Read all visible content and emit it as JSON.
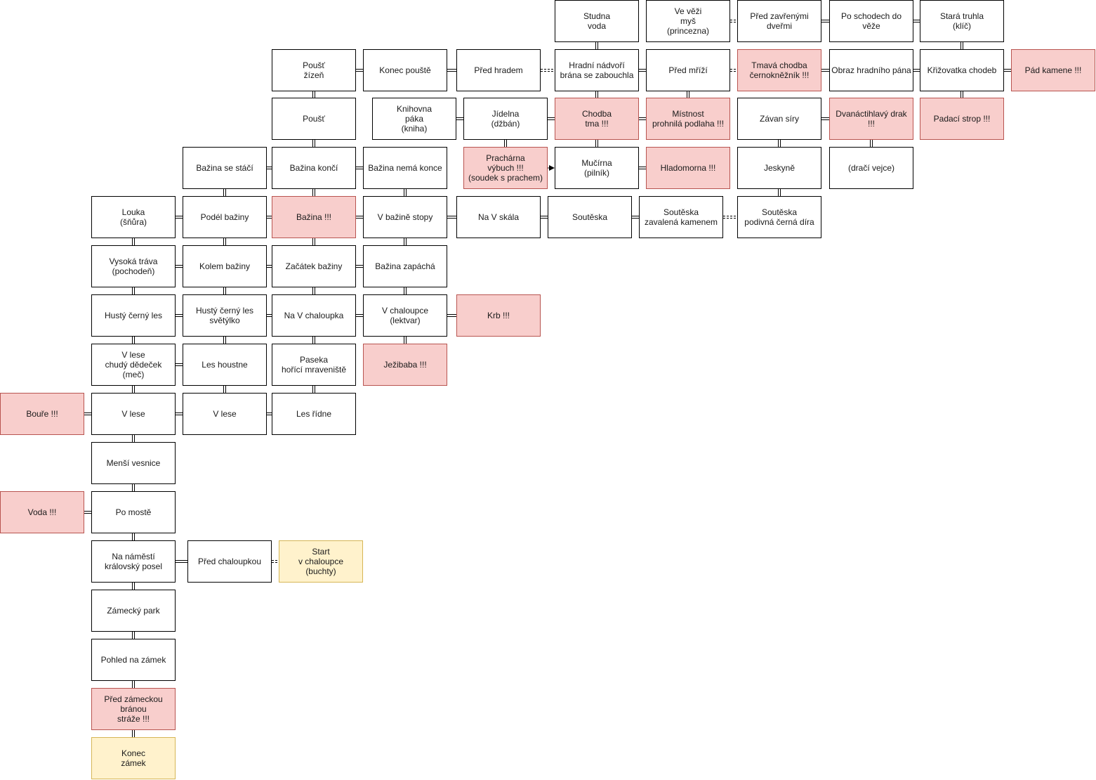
{
  "colors": {
    "normal_fill": "#ffffff",
    "normal_stroke": "#000000",
    "danger_fill": "#f8cecc",
    "danger_stroke": "#b85450",
    "special_fill": "#fff2cc",
    "special_stroke": "#d6b656",
    "edge": "#000000"
  },
  "nodes": [
    {
      "id": "studna",
      "label": "Studna\nvoda",
      "kind": "normal"
    },
    {
      "id": "veze_mys",
      "label": "Ve věži\nmyš\n(princezna)",
      "kind": "normal"
    },
    {
      "id": "pred_dvermi",
      "label": "Před zavřenými\ndveřmi",
      "kind": "normal"
    },
    {
      "id": "po_schodech",
      "label": "Po schodech do věže",
      "kind": "normal"
    },
    {
      "id": "stara_truhla",
      "label": "Stará truhla\n(klíč)",
      "kind": "normal"
    },
    {
      "id": "poust_zizen",
      "label": "Poušť\nžízeň",
      "kind": "normal"
    },
    {
      "id": "konec_pouste",
      "label": "Konec pouště",
      "kind": "normal"
    },
    {
      "id": "pred_hradem",
      "label": "Před hradem",
      "kind": "normal"
    },
    {
      "id": "nadvori",
      "label": "Hradní nádvoří\nbrána se zabouchla",
      "kind": "normal"
    },
    {
      "id": "pred_mrizi",
      "label": "Před mříží",
      "kind": "normal"
    },
    {
      "id": "tmava_chodba",
      "label": "Tmavá chodba\nčernokněžník !!!",
      "kind": "danger"
    },
    {
      "id": "obraz",
      "label": "Obraz hradního pána",
      "kind": "normal"
    },
    {
      "id": "krizovatka",
      "label": "Křižovatka chodeb",
      "kind": "normal"
    },
    {
      "id": "pad_kamene",
      "label": "Pád kamene !!!",
      "kind": "danger"
    },
    {
      "id": "poust",
      "label": "Poušť",
      "kind": "normal"
    },
    {
      "id": "knihovna",
      "label": "Knihovna\npáka\n(kniha)",
      "kind": "normal"
    },
    {
      "id": "jidelna",
      "label": "Jídelna\n(džbán)",
      "kind": "normal"
    },
    {
      "id": "chodba_tma",
      "label": "Chodba\ntma !!!",
      "kind": "danger"
    },
    {
      "id": "mistnost",
      "label": "Místnost\nprohnilá podlaha !!!",
      "kind": "danger"
    },
    {
      "id": "zavan_siry",
      "label": "Závan síry",
      "kind": "normal"
    },
    {
      "id": "drak",
      "label": "Dvanáctihlavý drak !!!",
      "kind": "danger"
    },
    {
      "id": "padaci_strop",
      "label": "Padací strop !!!",
      "kind": "danger"
    },
    {
      "id": "bazina_staci",
      "label": "Bažina se stáčí",
      "kind": "normal"
    },
    {
      "id": "bazina_konci",
      "label": "Bažina končí",
      "kind": "normal"
    },
    {
      "id": "bazina_nema_konce",
      "label": "Bažina nemá konce",
      "kind": "normal"
    },
    {
      "id": "pracharna",
      "label": "Prachárna\nvýbuch !!!\n(soudek s prachem)",
      "kind": "danger"
    },
    {
      "id": "mucirna",
      "label": "Mučírna\n(pilník)",
      "kind": "normal"
    },
    {
      "id": "hladomorna",
      "label": "Hladomorna !!!",
      "kind": "danger"
    },
    {
      "id": "jeskyne",
      "label": "Jeskyně",
      "kind": "normal"
    },
    {
      "id": "draci_vejce",
      "label": "(dračí vejce)",
      "kind": "normal"
    },
    {
      "id": "louka",
      "label": "Louka\n(šňůra)",
      "kind": "normal"
    },
    {
      "id": "podel_baziny",
      "label": "Podél bažiny",
      "kind": "normal"
    },
    {
      "id": "bazina",
      "label": "Bažina !!!",
      "kind": "danger"
    },
    {
      "id": "v_bazine_stopy",
      "label": "V bažině stopy",
      "kind": "normal"
    },
    {
      "id": "na_v_skala",
      "label": "Na V skála",
      "kind": "normal"
    },
    {
      "id": "souteska",
      "label": "Soutěska",
      "kind": "normal"
    },
    {
      "id": "souteska_zavalena",
      "label": "Soutěska\nzavalená kamenem",
      "kind": "normal"
    },
    {
      "id": "souteska_dira",
      "label": "Soutěska\npodivná černá díra",
      "kind": "normal"
    },
    {
      "id": "vysoka_trava",
      "label": "Vysoká tráva\n(pochodeň)",
      "kind": "normal"
    },
    {
      "id": "kolem_baziny",
      "label": "Kolem bažiny",
      "kind": "normal"
    },
    {
      "id": "zacatek_baziny",
      "label": "Začátek bažiny",
      "kind": "normal"
    },
    {
      "id": "bazina_zapacha",
      "label": "Bažina zapáchá",
      "kind": "normal"
    },
    {
      "id": "husty_les",
      "label": "Hustý černý les",
      "kind": "normal"
    },
    {
      "id": "husty_les_svetylko",
      "label": "Hustý černý les\nsvětýlko",
      "kind": "normal"
    },
    {
      "id": "na_v_chaloupka",
      "label": "Na V chaloupka",
      "kind": "normal"
    },
    {
      "id": "v_chaloupce_lektvar",
      "label": "V chaloupce\n(lektvar)",
      "kind": "normal"
    },
    {
      "id": "krb",
      "label": "Krb !!!",
      "kind": "danger"
    },
    {
      "id": "v_lese_dedecek",
      "label": "V lese\nchudý dědeček\n(meč)",
      "kind": "normal"
    },
    {
      "id": "les_houstne",
      "label": "Les houstne",
      "kind": "normal"
    },
    {
      "id": "paseka",
      "label": "Paseka\nhořící mraveniště",
      "kind": "normal"
    },
    {
      "id": "jezibaba",
      "label": "Ježibaba !!!",
      "kind": "danger"
    },
    {
      "id": "boure",
      "label": "Bouře !!!",
      "kind": "danger"
    },
    {
      "id": "v_lese_1",
      "label": "V lese",
      "kind": "normal"
    },
    {
      "id": "v_lese_2",
      "label": "V lese",
      "kind": "normal"
    },
    {
      "id": "les_ridne",
      "label": "Les řídne",
      "kind": "normal"
    },
    {
      "id": "mensi_vesnice",
      "label": "Menší vesnice",
      "kind": "normal"
    },
    {
      "id": "voda",
      "label": "Voda !!!",
      "kind": "danger"
    },
    {
      "id": "po_moste",
      "label": "Po mostě",
      "kind": "normal"
    },
    {
      "id": "namesti",
      "label": "Na náměstí\nkrálovský posel",
      "kind": "normal"
    },
    {
      "id": "pred_chaloupkou",
      "label": "Před chaloupkou",
      "kind": "normal"
    },
    {
      "id": "start",
      "label": "Start\nv chaloupce\n(buchty)",
      "kind": "special"
    },
    {
      "id": "zamecky_park",
      "label": "Zámecký park",
      "kind": "normal"
    },
    {
      "id": "pohled_zamek",
      "label": "Pohled na zámek",
      "kind": "normal"
    },
    {
      "id": "pred_branou",
      "label": "Před zámeckou\nbránou\nstráže !!!",
      "kind": "danger"
    },
    {
      "id": "konec",
      "label": "Konec\nzámek",
      "kind": "special"
    }
  ],
  "edges": [
    {
      "from": "poust_zizen",
      "to": "konec_pouste",
      "style": "double"
    },
    {
      "from": "konec_pouste",
      "to": "pred_hradem",
      "style": "double"
    },
    {
      "from": "pred_hradem",
      "to": "nadvori",
      "style": "dashed"
    },
    {
      "from": "nadvori",
      "to": "pred_mrizi",
      "style": "double"
    },
    {
      "from": "pred_mrizi",
      "to": "tmava_chodba",
      "style": "dashed"
    },
    {
      "from": "tmava_chodba",
      "to": "obraz",
      "style": "double"
    },
    {
      "from": "obraz",
      "to": "krizovatka",
      "style": "double"
    },
    {
      "from": "krizovatka",
      "to": "pad_kamene",
      "style": "double"
    },
    {
      "from": "veze_mys",
      "to": "pred_dvermi",
      "style": "dashed"
    },
    {
      "from": "pred_dvermi",
      "to": "po_schodech",
      "style": "double"
    },
    {
      "from": "po_schodech",
      "to": "stara_truhla",
      "style": "double"
    },
    {
      "from": "studna",
      "to": "nadvori",
      "style": "double"
    },
    {
      "from": "stara_truhla",
      "to": "krizovatka",
      "style": "double"
    },
    {
      "from": "poust_zizen",
      "to": "poust",
      "style": "double"
    },
    {
      "from": "nadvori",
      "to": "chodba_tma",
      "style": "double"
    },
    {
      "from": "pred_mrizi",
      "to": "mistnost",
      "style": "double"
    },
    {
      "from": "krizovatka",
      "to": "padaci_strop",
      "style": "double"
    },
    {
      "from": "knihovna",
      "to": "jidelna",
      "style": "double"
    },
    {
      "from": "jidelna",
      "to": "chodba_tma",
      "style": "double"
    },
    {
      "from": "chodba_tma",
      "to": "mistnost",
      "style": "double"
    },
    {
      "from": "zavan_siry",
      "to": "drak",
      "style": "double"
    },
    {
      "from": "drak",
      "to": "draci_vejce",
      "style": "double"
    },
    {
      "from": "zavan_siry",
      "to": "jeskyne",
      "style": "double"
    },
    {
      "from": "poust",
      "to": "bazina_konci",
      "style": "double"
    },
    {
      "from": "jidelna",
      "to": "pracharna",
      "style": "double"
    },
    {
      "from": "chodba_tma",
      "to": "mucirna",
      "style": "double"
    },
    {
      "from": "pracharna",
      "to": "mucirna",
      "style": "arrow"
    },
    {
      "from": "mucirna",
      "to": "hladomorna",
      "style": "double"
    },
    {
      "from": "bazina_staci",
      "to": "bazina_konci",
      "style": "double"
    },
    {
      "from": "bazina_konci",
      "to": "bazina_nema_konce",
      "style": "double"
    },
    {
      "from": "bazina_staci",
      "to": "podel_baziny",
      "style": "double"
    },
    {
      "from": "bazina_konci",
      "to": "bazina",
      "style": "double"
    },
    {
      "from": "bazina_nema_konce",
      "to": "v_bazine_stopy",
      "style": "double"
    },
    {
      "from": "jeskyne",
      "to": "souteska_dira",
      "style": "double"
    },
    {
      "from": "louka",
      "to": "podel_baziny",
      "style": "double"
    },
    {
      "from": "podel_baziny",
      "to": "bazina",
      "style": "double"
    },
    {
      "from": "bazina",
      "to": "v_bazine_stopy",
      "style": "double"
    },
    {
      "from": "v_bazine_stopy",
      "to": "na_v_skala",
      "style": "double"
    },
    {
      "from": "na_v_skala",
      "to": "souteska",
      "style": "double"
    },
    {
      "from": "souteska",
      "to": "souteska_zavalena",
      "style": "double"
    },
    {
      "from": "souteska_zavalena",
      "to": "souteska_dira",
      "style": "dashed"
    },
    {
      "from": "louka",
      "to": "vysoka_trava",
      "style": "double"
    },
    {
      "from": "podel_baziny",
      "to": "kolem_baziny",
      "style": "double"
    },
    {
      "from": "bazina",
      "to": "zacatek_baziny",
      "style": "double"
    },
    {
      "from": "v_bazine_stopy",
      "to": "bazina_zapacha",
      "style": "double"
    },
    {
      "from": "vysoka_trava",
      "to": "kolem_baziny",
      "style": "double"
    },
    {
      "from": "kolem_baziny",
      "to": "zacatek_baziny",
      "style": "double"
    },
    {
      "from": "zacatek_baziny",
      "to": "bazina_zapacha",
      "style": "double"
    },
    {
      "from": "vysoka_trava",
      "to": "husty_les",
      "style": "double"
    },
    {
      "from": "kolem_baziny",
      "to": "husty_les_svetylko",
      "style": "double"
    },
    {
      "from": "zacatek_baziny",
      "to": "na_v_chaloupka",
      "style": "double"
    },
    {
      "from": "bazina_zapacha",
      "to": "v_chaloupce_lektvar",
      "style": "double"
    },
    {
      "from": "husty_les",
      "to": "husty_les_svetylko",
      "style": "double"
    },
    {
      "from": "husty_les_svetylko",
      "to": "na_v_chaloupka",
      "style": "double"
    },
    {
      "from": "na_v_chaloupka",
      "to": "v_chaloupce_lektvar",
      "style": "double"
    },
    {
      "from": "v_chaloupce_lektvar",
      "to": "krb",
      "style": "double"
    },
    {
      "from": "husty_les",
      "to": "v_lese_dedecek",
      "style": "double"
    },
    {
      "from": "husty_les_svetylko",
      "to": "les_houstne",
      "style": "double"
    },
    {
      "from": "na_v_chaloupka",
      "to": "paseka",
      "style": "double"
    },
    {
      "from": "v_chaloupce_lektvar",
      "to": "jezibaba",
      "style": "double"
    },
    {
      "from": "v_lese_dedecek",
      "to": "les_houstne",
      "style": "double"
    },
    {
      "from": "v_lese_dedecek",
      "to": "v_lese_1",
      "style": "double"
    },
    {
      "from": "les_houstne",
      "to": "v_lese_2",
      "style": "double"
    },
    {
      "from": "paseka",
      "to": "les_ridne",
      "style": "double"
    },
    {
      "from": "boure",
      "to": "v_lese_1",
      "style": "double"
    },
    {
      "from": "v_lese_1",
      "to": "v_lese_2",
      "style": "double"
    },
    {
      "from": "v_lese_2",
      "to": "les_ridne",
      "style": "double"
    },
    {
      "from": "v_lese_1",
      "to": "mensi_vesnice",
      "style": "double"
    },
    {
      "from": "mensi_vesnice",
      "to": "po_moste",
      "style": "double"
    },
    {
      "from": "voda",
      "to": "po_moste",
      "style": "double"
    },
    {
      "from": "po_moste",
      "to": "namesti",
      "style": "double"
    },
    {
      "from": "namesti",
      "to": "pred_chaloupkou",
      "style": "double"
    },
    {
      "from": "pred_chaloupkou",
      "to": "start",
      "style": "dashed"
    },
    {
      "from": "namesti",
      "to": "zamecky_park",
      "style": "double"
    },
    {
      "from": "zamecky_park",
      "to": "pohled_zamek",
      "style": "double"
    },
    {
      "from": "pohled_zamek",
      "to": "pred_branou",
      "style": "double"
    },
    {
      "from": "pred_branou",
      "to": "konec",
      "style": "double"
    }
  ]
}
